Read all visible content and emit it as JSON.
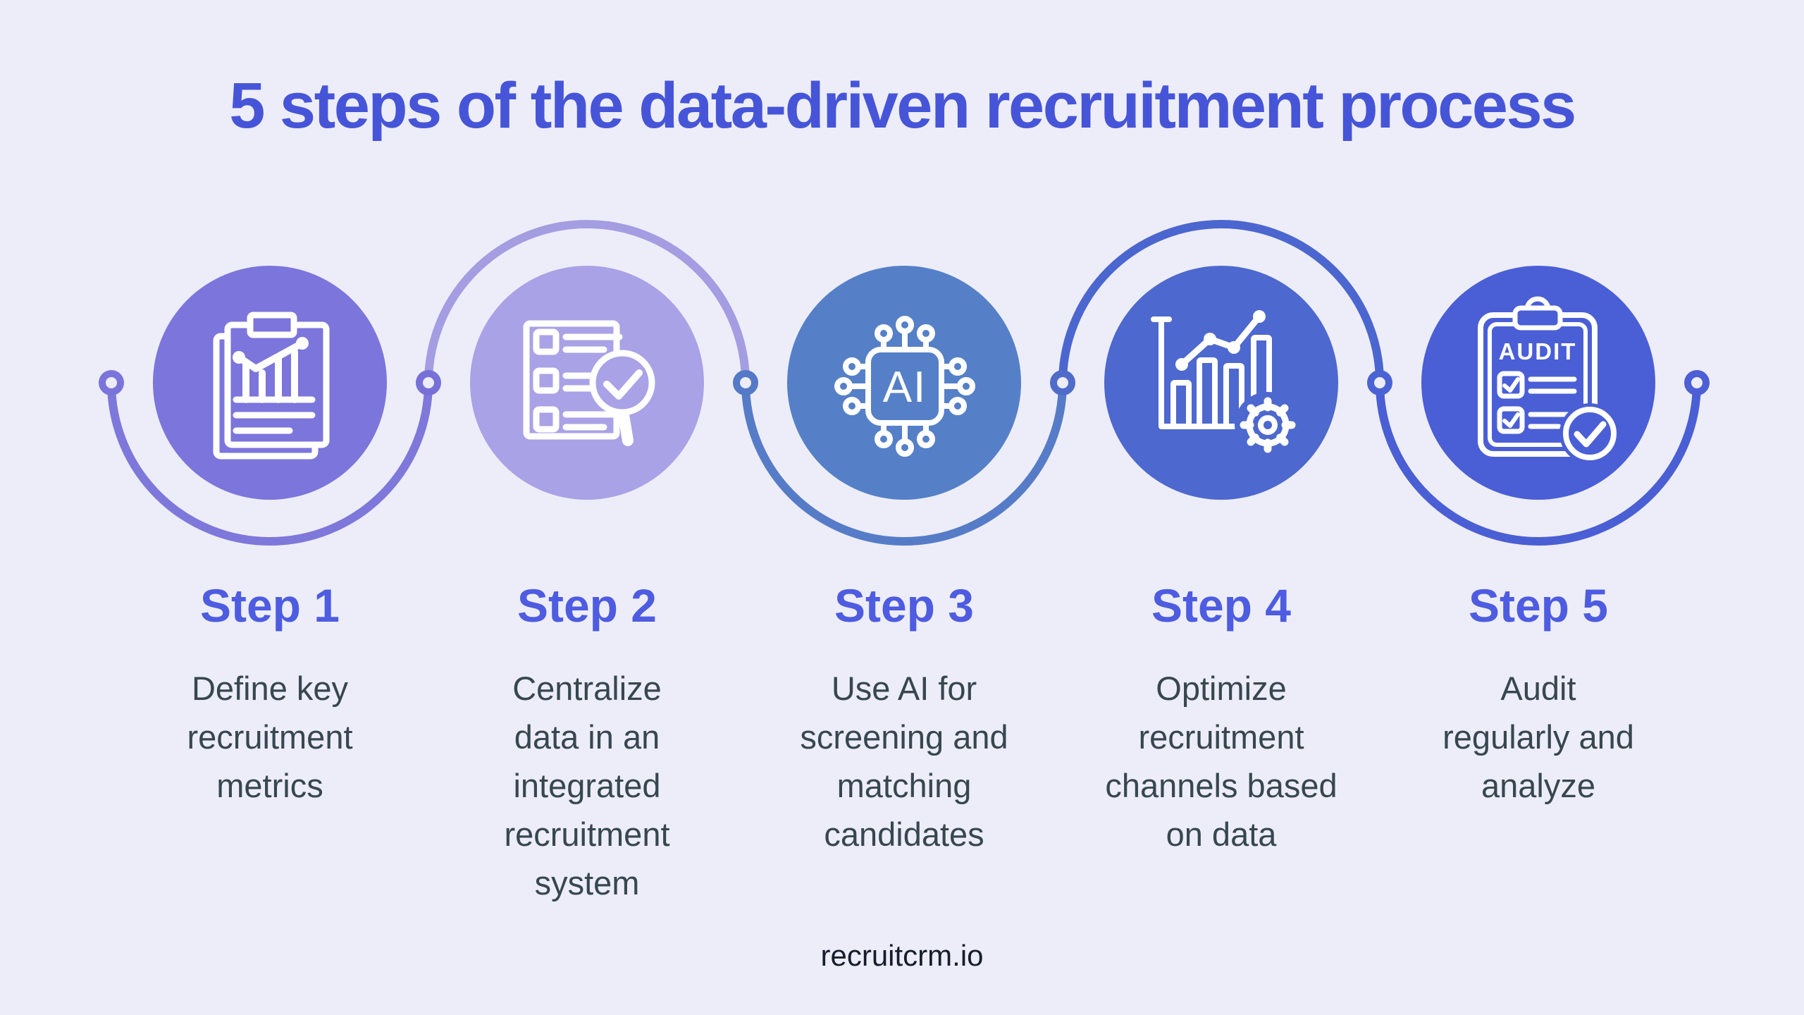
{
  "title": "5 steps of the data-driven recruitment process",
  "footer": "recruitcrm.io",
  "background_color": "#EDEDFA",
  "title_color": "#4655D8",
  "step_label_color": "#4D5CE0",
  "description_color": "#37474F",
  "footer_color": "#171D2B",
  "icon_stroke_color": "#FFFFFF",
  "steps": [
    {
      "label": "Step 1",
      "description": "Define key\nrecruitment\nmetrics",
      "icon": "clipboard-chart-icon",
      "circle_color": "#7B75DC"
    },
    {
      "label": "Step 2",
      "description": "Centralize\ndata in an\nintegrated\nrecruitment\nsystem",
      "icon": "checklist-magnifier-icon",
      "circle_color": "#A9A2E6"
    },
    {
      "label": "Step 3",
      "description": "Use AI for\nscreening and\nmatching\ncandidates",
      "icon": "ai-chip-icon",
      "circle_color": "#5580C8",
      "chip_label": "AI"
    },
    {
      "label": "Step 4",
      "description": "Optimize\nrecruitment\nchannels based\non data",
      "icon": "bar-chart-gear-icon",
      "circle_color": "#4D68CE"
    },
    {
      "label": "Step 5",
      "description": "Audit\nregularly and\nanalyze",
      "icon": "audit-clipboard-icon",
      "circle_color": "#4A5FD6",
      "clipboard_label": "AUDIT"
    }
  ],
  "connector": {
    "arcs": [
      {
        "color": "#7E78DB"
      },
      {
        "color": "#A49DE2"
      },
      {
        "color": "#567CC8"
      },
      {
        "color": "#4B66CF"
      },
      {
        "color": "#4A5FD4"
      }
    ],
    "nodes": [
      {
        "color": "#7B74DB"
      },
      {
        "color": "#7770D8"
      },
      {
        "color": "#5479C7"
      },
      {
        "color": "#4F6CCB"
      },
      {
        "color": "#4A63D3"
      },
      {
        "color": "#4D5FD5"
      }
    ]
  }
}
